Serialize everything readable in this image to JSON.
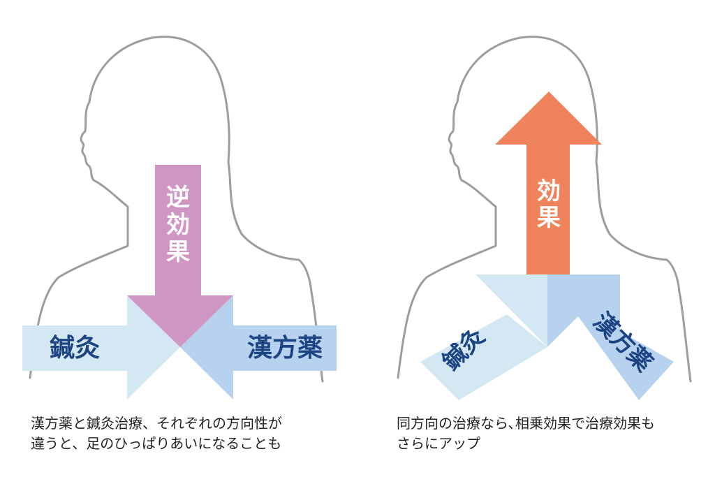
{
  "colors": {
    "outline": "#9d9d9d",
    "acupuncture_arrow": "#d3e8f3",
    "kampo_arrow": "#b7d2ef",
    "reverse_arrow": "#cf96c4",
    "effect_arrow": "#ef845c",
    "dark_label": "#1c4483",
    "light_label": "#ffffff",
    "caption": "#222222"
  },
  "left_panel": {
    "reverse_effect_label": "逆効果",
    "acupuncture_label": "鍼灸",
    "kampo_label": "漢方薬",
    "caption_line1": "漢方薬と鍼灸治療、それぞれの方向性が",
    "caption_line2": "違うと、足のひっぱりあいになることも"
  },
  "right_panel": {
    "effect_label": "効果",
    "acupuncture_label": "鍼灸",
    "kampo_label": "漢方薬",
    "caption_line1": "同方向の治療なら､相乗効果で治療効果も",
    "caption_line2": "さらにアップ"
  }
}
